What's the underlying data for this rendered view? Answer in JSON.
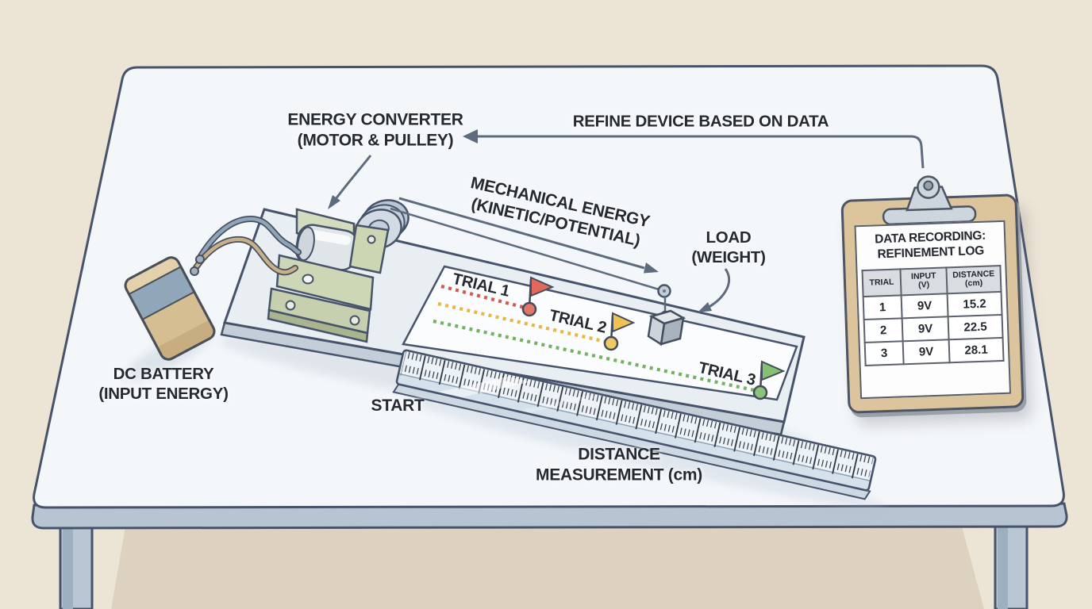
{
  "labels": {
    "energy_converter": {
      "line1": "ENERGY CONVERTER",
      "line2": "(MOTOR & PULLEY)"
    },
    "refine": {
      "line1": "REFINE DEVICE BASED ON DATA"
    },
    "mechanical_energy": {
      "line1": "MECHANICAL ENERGY",
      "line2": "(KINETIC/POTENTIAL)"
    },
    "load": {
      "line1": "LOAD",
      "line2": "(WEIGHT)"
    },
    "dc_battery": {
      "line1": "DC BATTERY",
      "line2": "(INPUT ENERGY)"
    },
    "start": {
      "line1": "START"
    },
    "distance": {
      "line1": "DISTANCE",
      "line2": "MEASUREMENT (cm)"
    },
    "trial1": {
      "line1": "TRIAL 1"
    },
    "trial2": {
      "line1": "TRIAL 2"
    },
    "trial3": {
      "line1": "TRIAL 3"
    }
  },
  "clipboard": {
    "title": {
      "line1": "DATA RECORDING:",
      "line2": "REFINEMENT LOG"
    },
    "table": {
      "headers": [
        {
          "line1": "TRIAL",
          "line2": ""
        },
        {
          "line1": "INPUT",
          "line2": "(V)"
        },
        {
          "line1": "DISTANCE",
          "line2": "(cm)"
        }
      ],
      "rows": [
        {
          "trial": "1",
          "input": "9V",
          "distance": "15.2"
        },
        {
          "trial": "2",
          "input": "9V",
          "distance": "22.5"
        },
        {
          "trial": "3",
          "input": "9V",
          "distance": "28.1"
        }
      ]
    }
  },
  "icons": {
    "clipboard_clip": "binder-clip",
    "trial1_flag": "red-pennant-flag",
    "trial2_flag": "yellow-pennant-flag",
    "trial3_flag": "green-pennant-flag",
    "arrows": "annotation-arrows"
  },
  "palette": {
    "background": "#ece4d5",
    "floor_shadow": "#ddd2bf",
    "table_top": "#f4f7fa",
    "table_edge": "#b7c4d2",
    "outline": "#47536a",
    "trial1": "#d95b51",
    "trial2": "#e8b847",
    "trial3": "#74b163",
    "clipboard_board": "#dcc49c",
    "bracket_green": "#ccd6b2",
    "battery_tan": "#d6be93",
    "battery_band": "#90a7b9",
    "metal": "#cdd5dd"
  }
}
